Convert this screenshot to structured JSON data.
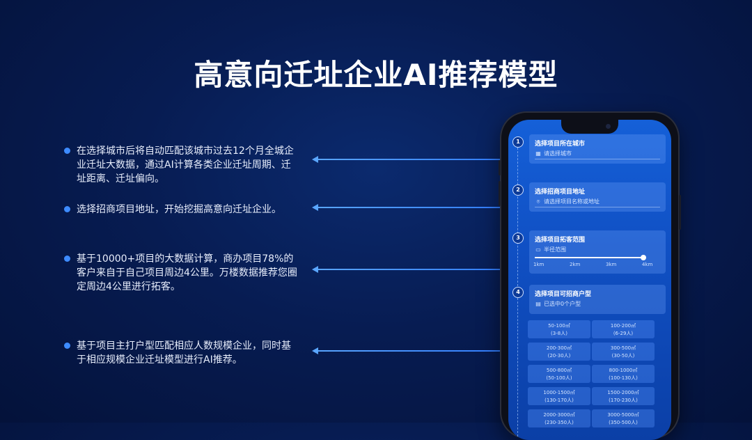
{
  "title": "高意向迁址企业AI推荐模型",
  "bullets": [
    "在选择城市后将自动匹配该城市过去12个月全城企业迁址大数据，通过AI计算各类企业迁址周期、迁址距离、迁址偏向。",
    "选择招商项目地址，开始挖掘高意向迁址企业。",
    "基于10000+项目的大数据计算，商办项目78%的客户来自于自己项目周边4公里。万楼数据推荐您圈定周边4公里进行拓客。",
    "基于项目主打户型匹配相应人数规模企业，同时基于相应规模企业迁址模型进行AI推荐。"
  ],
  "phone": {
    "steps": [
      {
        "num": "1",
        "title": "选择项目所在城市",
        "placeholder": "请选择城市",
        "icon": "building-icon"
      },
      {
        "num": "2",
        "title": "选择招商项目地址",
        "placeholder": "请选择项目名称或地址",
        "icon": "location-pin-icon"
      },
      {
        "num": "3",
        "title": "选择项目拓客范围",
        "placeholder": "半径范围",
        "icon": "ruler-icon"
      },
      {
        "num": "4",
        "title": "选择项目可招商户型",
        "placeholder": "已选中0个户型",
        "icon": "document-icon"
      }
    ],
    "slider": {
      "ticks": [
        "1km",
        "2km",
        "3km",
        "4km"
      ],
      "value_km": 4
    },
    "unit_types": [
      {
        "area": "50-100㎡",
        "people": "(3-8人)"
      },
      {
        "area": "100-200㎡",
        "people": "(6-29人)"
      },
      {
        "area": "200-300㎡",
        "people": "(20-30人)"
      },
      {
        "area": "300-500㎡",
        "people": "(30-50人)"
      },
      {
        "area": "500-800㎡",
        "people": "(50-100人)"
      },
      {
        "area": "800-1000㎡",
        "people": "(100-130人)"
      },
      {
        "area": "1000-1500㎡",
        "people": "(130-170人)"
      },
      {
        "area": "1500-2000㎡",
        "people": "(170-230人)"
      },
      {
        "area": "2000-3000㎡",
        "people": "(230-350人)"
      },
      {
        "area": "3000-5000㎡",
        "people": "(350-500人)"
      }
    ]
  },
  "colors": {
    "background": "#071c52",
    "accent": "#3d8bff",
    "screen": "#1560d8"
  }
}
